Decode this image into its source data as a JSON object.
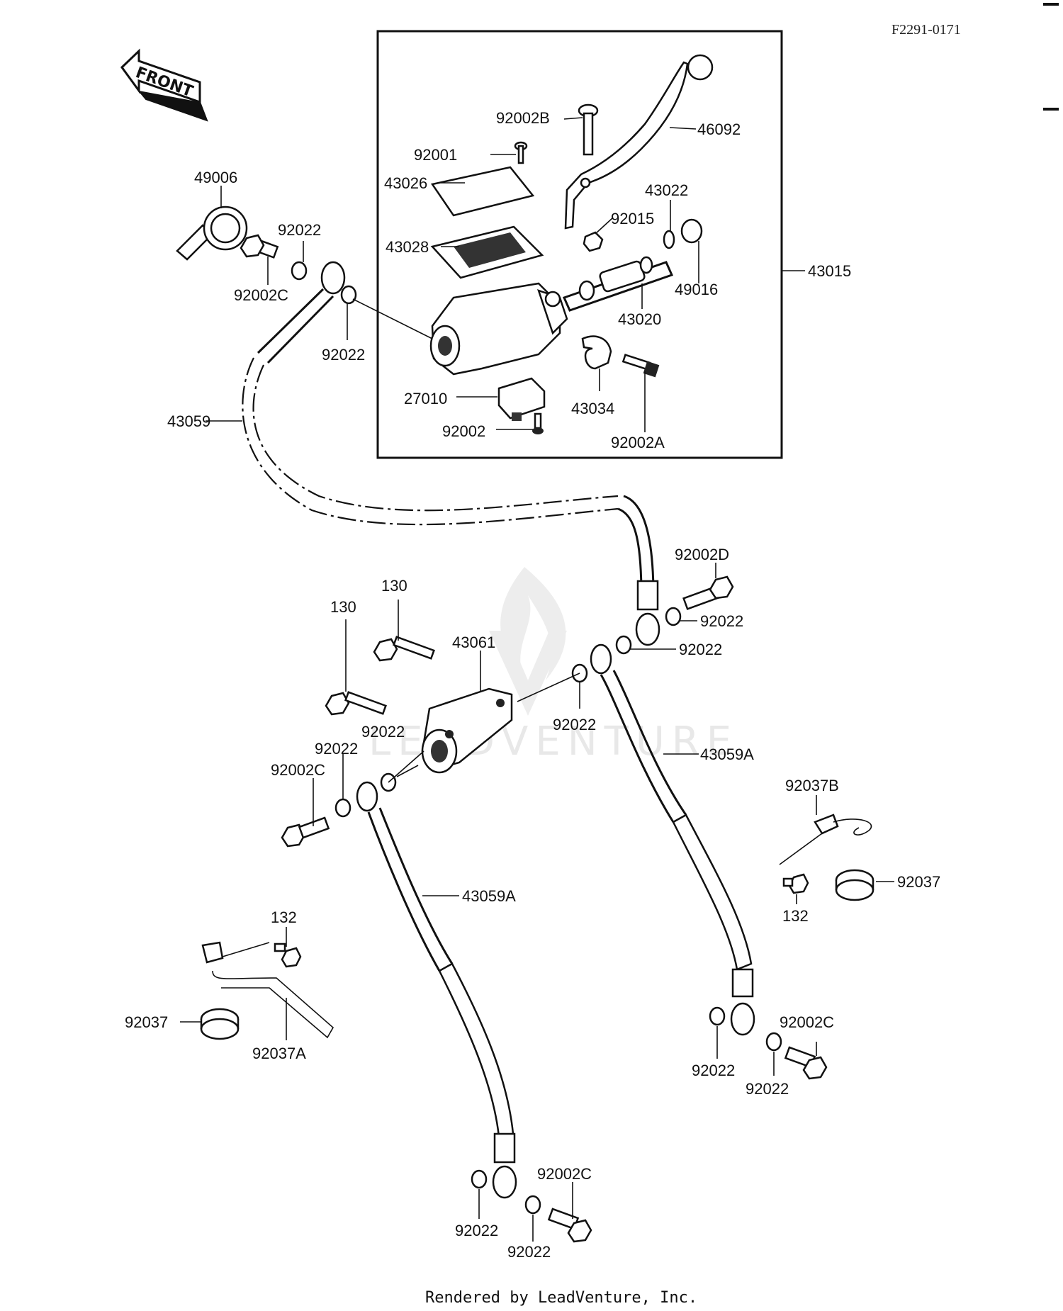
{
  "diagram_code": "F2291-0171",
  "front_arrow_label": "FRONT",
  "footer": "Rendered by LeadVenture, Inc.",
  "watermark": "LEADVENTURE",
  "labels": {
    "l46092": "46092",
    "l92002b": "92002B",
    "l92001": "92001",
    "l43026": "43026",
    "l43022": "43022",
    "l92015": "92015",
    "l43028": "43028",
    "l49016": "49016",
    "l43015": "43015",
    "l43020": "43020",
    "l49006": "49006",
    "l92022_a": "92022",
    "l92002c_a": "92002C",
    "l92022_b": "92022",
    "l27010": "27010",
    "l43034": "43034",
    "l43059": "43059",
    "l92002": "92002",
    "l92002a": "92002A",
    "l92002d": "92002D",
    "l130_a": "130",
    "l130_b": "130",
    "l43061": "43061",
    "l92022_c": "92022",
    "l92022_d": "92022",
    "l92022_e": "92022",
    "l92022_f": "92022",
    "l92022_g": "92022",
    "l92002c_b": "92002C",
    "l43059a_a": "43059A",
    "l92037b": "92037B",
    "l92037_a": "92037",
    "l132_a": "132",
    "l43059a_b": "43059A",
    "l132_b": "132",
    "l92037_b": "92037",
    "l92002c_c": "92002C",
    "l92022_h": "92022",
    "l92022_i": "92022",
    "l92037a": "92037A",
    "l92002c_d": "92002C",
    "l92022_j": "92022",
    "l92022_k": "92022"
  }
}
